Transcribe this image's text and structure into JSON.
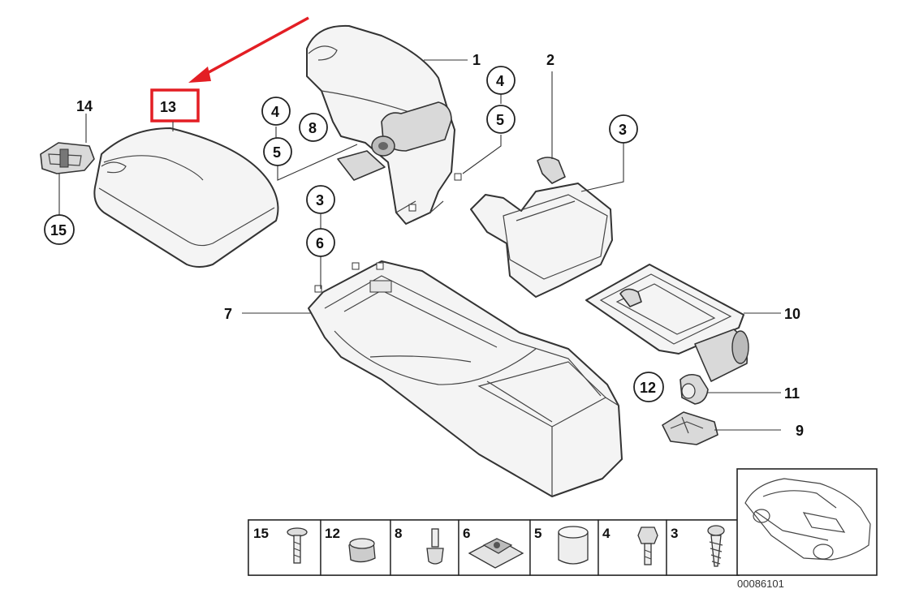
{
  "diagram": {
    "callouts": {
      "p1": "1",
      "p2": "2",
      "p3a": "3",
      "p3b": "3",
      "p4a": "4",
      "p4b": "4",
      "p5a": "5",
      "p5b": "5",
      "p6": "6",
      "p7": "7",
      "p8": "8",
      "p9": "9",
      "p10": "10",
      "p11": "11",
      "p12": "12",
      "p13": "13",
      "p14": "14",
      "p15": "15"
    },
    "highlight": {
      "label": "13",
      "color": "#e31e24"
    },
    "legend": [
      {
        "num": "15",
        "icon": "bolt-icon"
      },
      {
        "num": "12",
        "icon": "plug-icon"
      },
      {
        "num": "8",
        "icon": "pin-icon"
      },
      {
        "num": "6",
        "icon": "clip-nut-icon"
      },
      {
        "num": "5",
        "icon": "sleeve-icon"
      },
      {
        "num": "4",
        "icon": "hex-bolt-icon"
      },
      {
        "num": "3",
        "icon": "screw-icon"
      }
    ],
    "image_code": "00086101"
  }
}
